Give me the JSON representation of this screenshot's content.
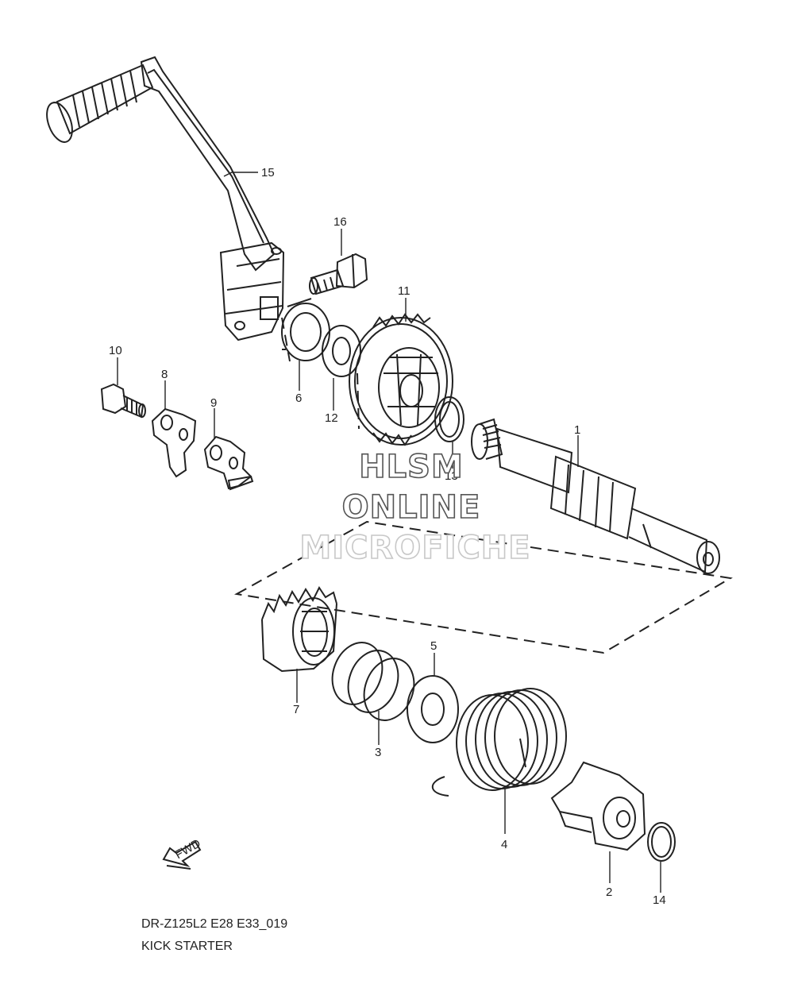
{
  "callouts": {
    "p1": "1",
    "p2": "2",
    "p3": "3",
    "p4": "4",
    "p5": "5",
    "p6": "6",
    "p7": "7",
    "p8": "8",
    "p9": "9",
    "p10": "10",
    "p11": "11",
    "p12": "12",
    "p13": "13",
    "p14": "14",
    "p15": "15",
    "p16": "16"
  },
  "fwd_label": "FWD",
  "watermark": {
    "line1": "HLSM",
    "line2": "ONLINE",
    "line3": "MICROFICHE"
  },
  "footer": {
    "code": "DR-Z125L2 E28 E33_019",
    "title": "KICK STARTER"
  },
  "colors": {
    "ink": "#222222",
    "background": "#ffffff",
    "watermark_dark": "#555555",
    "watermark_light": "#c8c8c8"
  }
}
